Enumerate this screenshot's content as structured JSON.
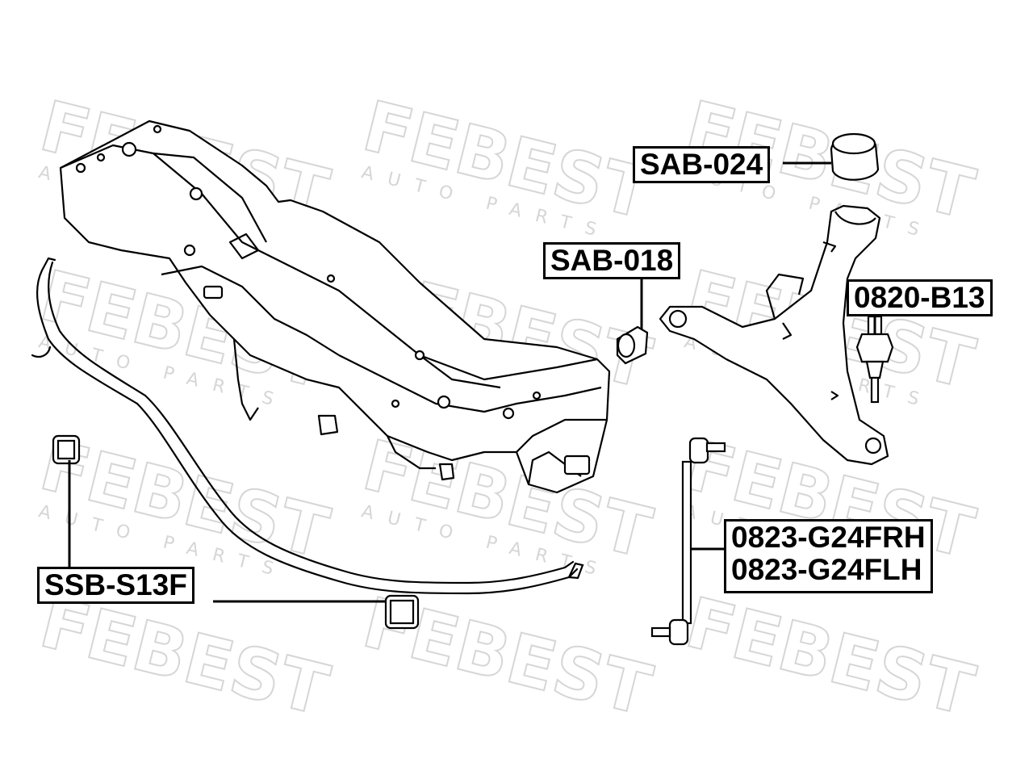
{
  "watermark": {
    "brand": "FEBEST",
    "tagline": "AUTO PARTS",
    "color": "#d9d9d9"
  },
  "labels": {
    "sab024": "SAB-024",
    "sab018": "SAB-018",
    "b13": "0820-B13",
    "ssb": "SSB-S13F",
    "link_rh": "0823-G24FRH",
    "link_lh": "0823-G24FLH"
  },
  "colors": {
    "line": "#000000",
    "background": "#ffffff"
  }
}
